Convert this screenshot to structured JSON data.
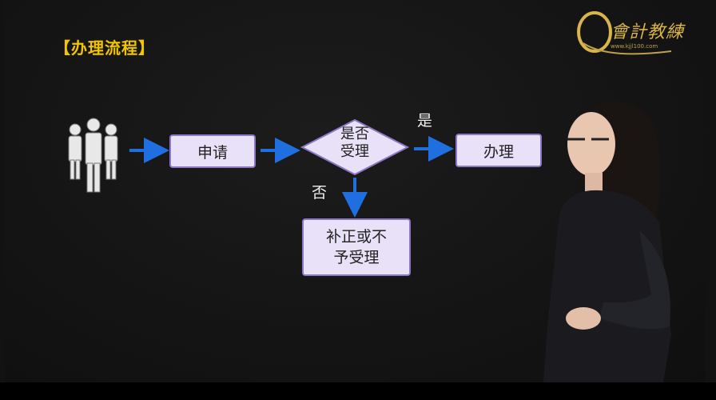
{
  "slide": {
    "title": "【办理流程】",
    "logo_text": "會計教練",
    "logo_url": "www.kjjl100.com"
  },
  "flow": {
    "step_apply": "申请",
    "decision_line1": "是否",
    "decision_line2": "受理",
    "label_yes": "是",
    "label_no": "否",
    "step_handle": "办理",
    "step_fix_line1": "补正或不",
    "step_fix_line2": "予受理"
  },
  "colors": {
    "title": "#f2c500",
    "box_fill": "#e9e1f7",
    "box_border": "#8d77c4",
    "arrow": "#1f6fe0",
    "logo_gold": "#d9b54a"
  },
  "icons": [
    "people-group-icon",
    "arrow-right-icon",
    "arrow-down-icon"
  ]
}
